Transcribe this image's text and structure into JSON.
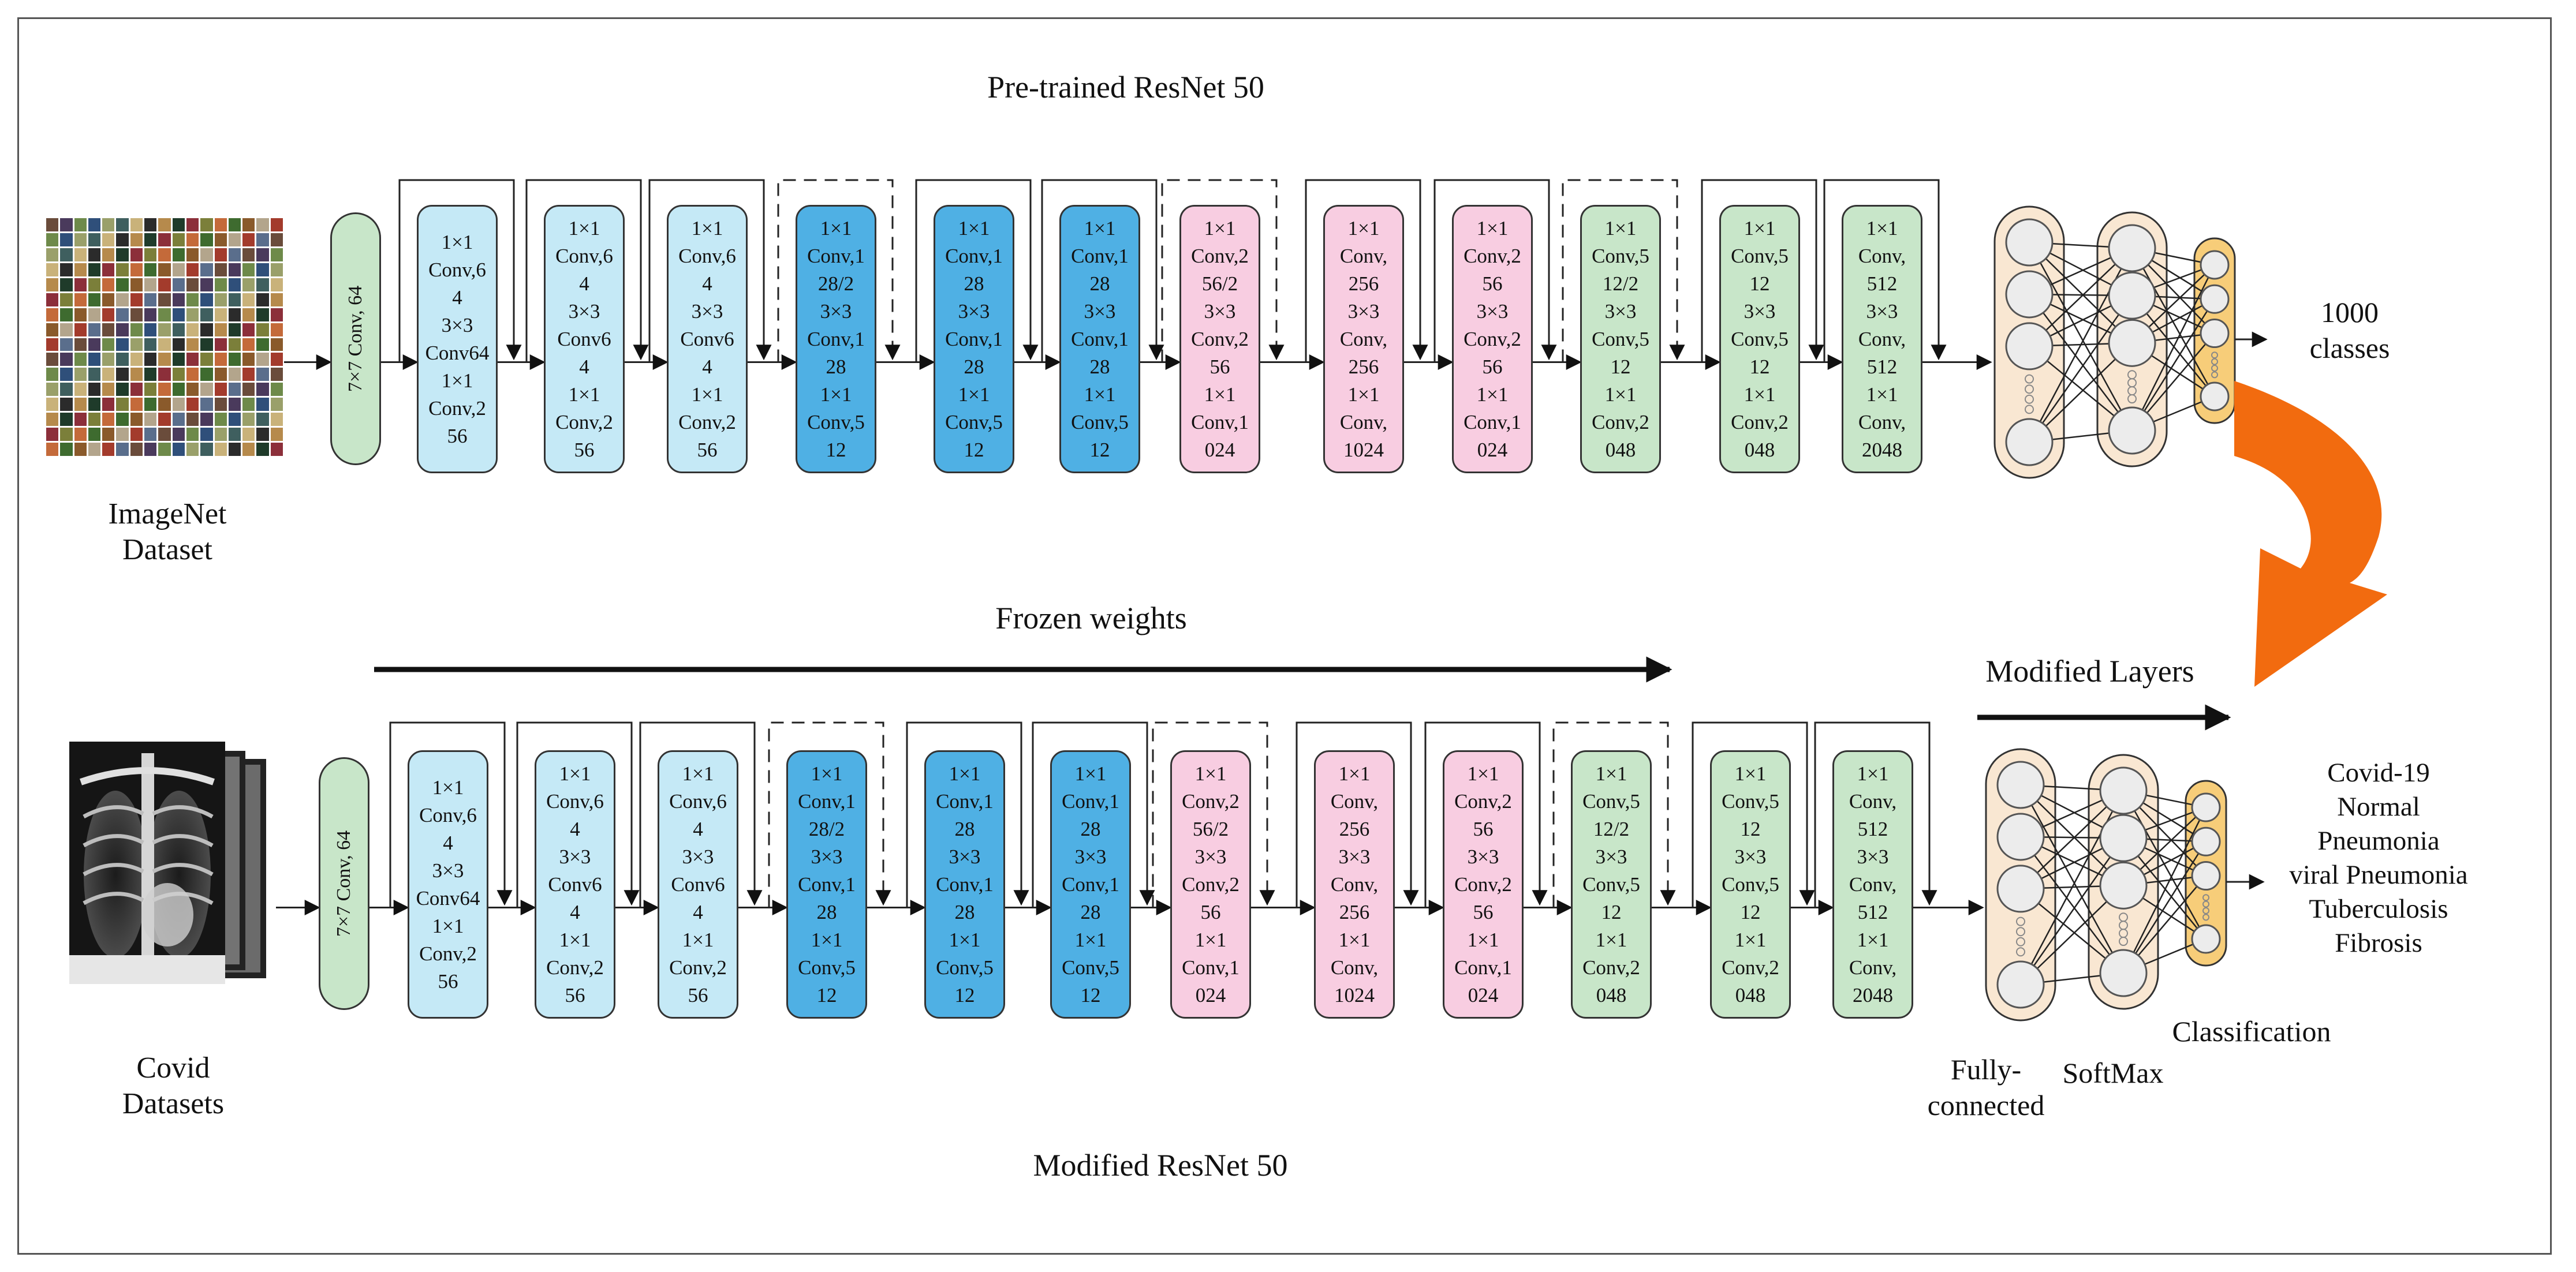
{
  "labels": {
    "pretrained_title": "Pre-trained ResNet 50",
    "modified_title": "Modified ResNet 50",
    "frozen_weights": "Frozen weights",
    "modified_layers": "Modified Layers",
    "imagenet": "ImageNet\nDataset",
    "covid_datasets": "Covid\nDatasets",
    "thousand_classes": "1000\nclasses",
    "output_classes": "Covid-19\nNormal\nPneumonia\nviral Pneumonia\nTuberculosis\nFibrosis",
    "fully_connected": "Fully-\nconnected",
    "softmax": "SoftMax",
    "classification": "Classification"
  },
  "stem_label": "7×7 Conv, 64",
  "block_colors": {
    "light": "#c5e9f6",
    "dark": "#4fb0e4",
    "pink": "#f8cde1",
    "green": "#c8e6c9",
    "node_fill": "#f9e7d2",
    "output_node_fill": "#f7cd79",
    "orange_arrow": "#f26b0f"
  },
  "blocks": [
    {
      "color": "light",
      "text": "1×1\nConv,6\n4\n3×3\nConv64\n1×1\nConv,2\n56"
    },
    {
      "color": "light",
      "text": "1×1\nConv,6\n4\n3×3\nConv6\n4\n1×1\nConv,2\n56"
    },
    {
      "color": "light",
      "text": "1×1\nConv,6\n4\n3×3\nConv6\n4\n1×1\nConv,2\n56"
    },
    {
      "color": "dark",
      "text": "1×1\nConv,1\n28/2\n3×3\nConv,1\n28\n1×1\nConv,5\n12"
    },
    {
      "color": "dark",
      "text": "1×1\nConv,1\n28\n3×3\nConv,1\n28\n1×1\nConv,5\n12"
    },
    {
      "color": "dark",
      "text": "1×1\nConv,1\n28\n3×3\nConv,1\n28\n1×1\nConv,5\n12"
    },
    {
      "color": "pink",
      "text": "1×1\nConv,2\n56/2\n3×3\nConv,2\n56\n1×1\nConv,1\n024"
    },
    {
      "color": "pink",
      "text": "1×1\nConv,\n256\n3×3\nConv,\n256\n1×1\nConv,\n1024"
    },
    {
      "color": "pink",
      "text": "1×1\nConv,2\n56\n3×3\nConv,2\n56\n1×1\nConv,1\n024"
    },
    {
      "color": "green",
      "text": "1×1\nConv,5\n12/2\n3×3\nConv,5\n12\n1×1\nConv,2\n048"
    },
    {
      "color": "green",
      "text": "1×1\nConv,5\n12\n3×3\nConv,5\n12\n1×1\nConv,2\n048"
    },
    {
      "color": "green",
      "text": "1×1\nConv,\n512\n3×3\nConv,\n512\n1×1\nConv,\n2048"
    }
  ]
}
